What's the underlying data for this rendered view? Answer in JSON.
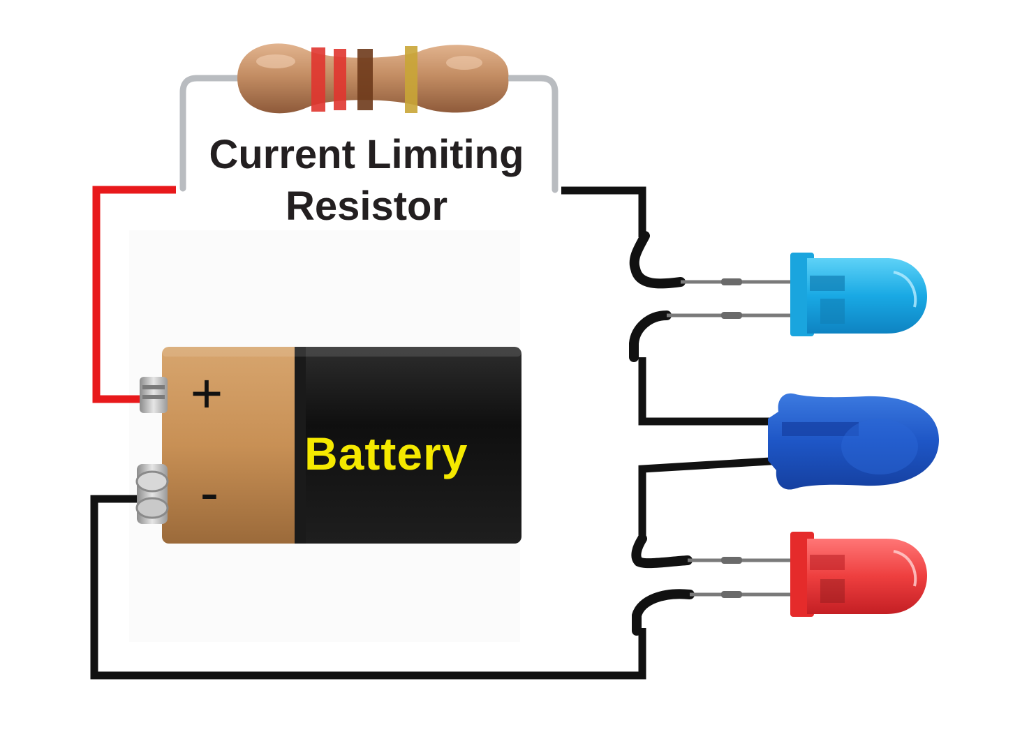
{
  "diagram": {
    "resistor_label_line1": "Current Limiting",
    "resistor_label_line2": "Resistor",
    "battery_label": "Battery",
    "battery_plus": "+",
    "battery_minus": "-"
  },
  "colors": {
    "positive_wire": "#e8191b",
    "negative_wire": "#111111",
    "resistor_body": "#c7936a",
    "battery_copper": "#c68f5a",
    "battery_black": "#141414",
    "battery_text": "#f5e900",
    "led_light_blue": "#1ab3ea",
    "led_dark_blue": "#1f57c8",
    "led_red": "#e83a3a"
  },
  "components": [
    "resistor-icon",
    "battery-icon",
    "led-light-blue-icon",
    "led-dark-blue-icon",
    "led-red-icon"
  ]
}
